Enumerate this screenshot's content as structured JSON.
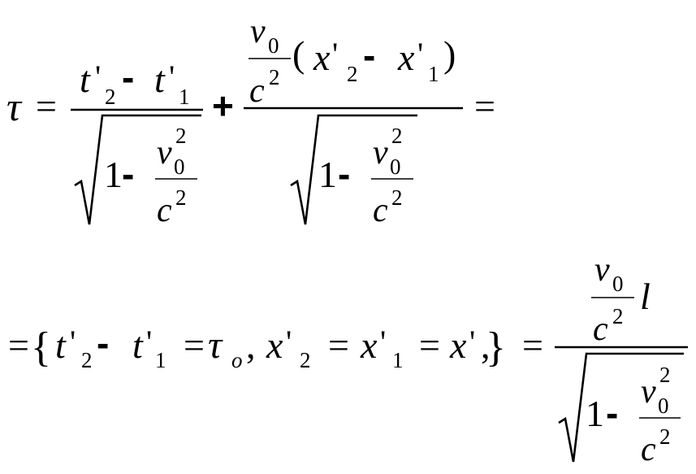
{
  "equation_line1": {
    "lhs": "τ",
    "eq": "=",
    "term1": {
      "t2": "t",
      "prime": "'",
      "sub2": "2",
      "minus": "-",
      "t1": "t",
      "sub1": "1",
      "sqrt_one": "1",
      "sqrt_minus": "-",
      "v": "v",
      "v_sub": "0",
      "v_sup": "2",
      "c": "c",
      "c_sup": "2"
    },
    "plus": "+",
    "term2": {
      "v": "v",
      "v_sub": "0",
      "c": "c",
      "c_sup": "2",
      "lparen": "(",
      "rparen": ")",
      "x2": "x",
      "prime": "'",
      "sub2": "2",
      "minus": "-",
      "x1": "x",
      "sub1": "1",
      "sqrt_one": "1",
      "sqrt_minus": "-",
      "dv": "v",
      "dv_sub": "0",
      "dv_sup": "2",
      "dc": "c",
      "dc_sup": "2"
    },
    "trailing_eq": "="
  },
  "equation_line2": {
    "eq": "=",
    "brace_open": "{",
    "t2": "t",
    "prime": "'",
    "sub2": "2",
    "minus": "-",
    "t1": "t",
    "sub1": "1",
    "eq_a": "=",
    "tau": "τ",
    "tau_sub": "o",
    "comma1": ",",
    "x2": "x",
    "x_sub2": "2",
    "eq_b": "=",
    "x1": "x",
    "x_sub1": "1",
    "eq_c": "=",
    "x": "x",
    "comma2": ",",
    "brace_close": "}",
    "eq2": "=",
    "rhs": {
      "v": "v",
      "v_sub": "0",
      "c": "c",
      "c_sup": "2",
      "l": "l",
      "sqrt_one": "1",
      "sqrt_minus": "-",
      "dv": "v",
      "dv_sub": "0",
      "dv_sup": "2",
      "dc": "c",
      "dc_sup": "2"
    }
  }
}
